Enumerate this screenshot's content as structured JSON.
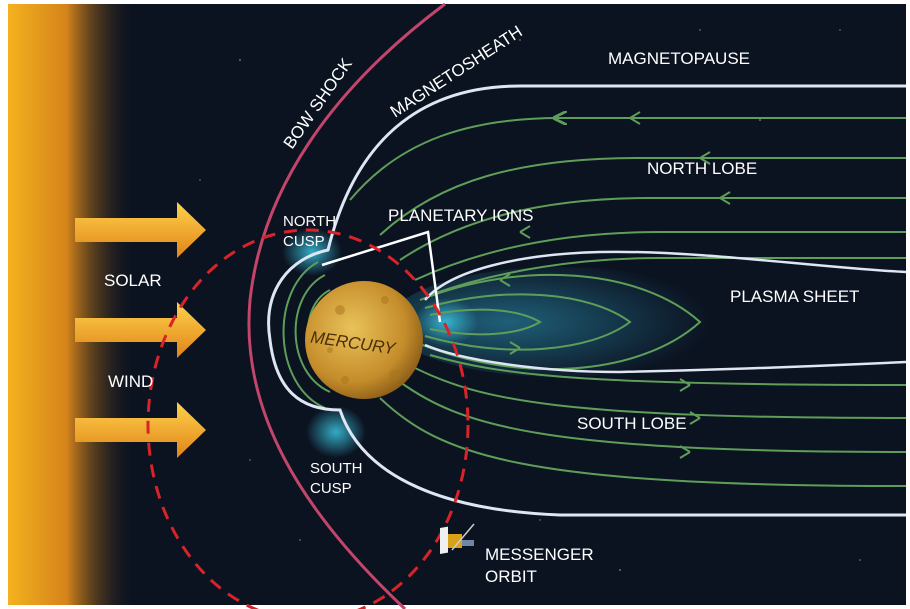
{
  "labels": {
    "bow_shock": "BOW SHOCK",
    "magnetosheath": "MAGNETOSHEATH",
    "magnetopause": "MAGNETOPAUSE",
    "north_lobe": "NORTH LOBE",
    "north_cusp_1": "NORTH",
    "north_cusp_2": "CUSP",
    "planetary_ions": "PLANETARY IONS",
    "solar": "SOLAR",
    "wind": "WIND",
    "plasma_sheet": "PLASMA SHEET",
    "mercury": "MERCURY",
    "south_lobe": "SOUTH LOBE",
    "south_cusp_1": "SOUTH",
    "south_cusp_2": "CUSP",
    "messenger_1": "MESSENGER",
    "messenger_2": "ORBIT"
  },
  "colors": {
    "space": "#0b1220",
    "sun": "#f2a81e",
    "bow_shock": "#c2456a",
    "magnetopause": "#dfe6f3",
    "field_lines": "#5e9e5a",
    "cusp_glow": "#35b9d6",
    "orbit": "#d8232a",
    "arrow": "#f3a323"
  },
  "icons": {
    "spacecraft": "messenger-spacecraft-icon"
  }
}
